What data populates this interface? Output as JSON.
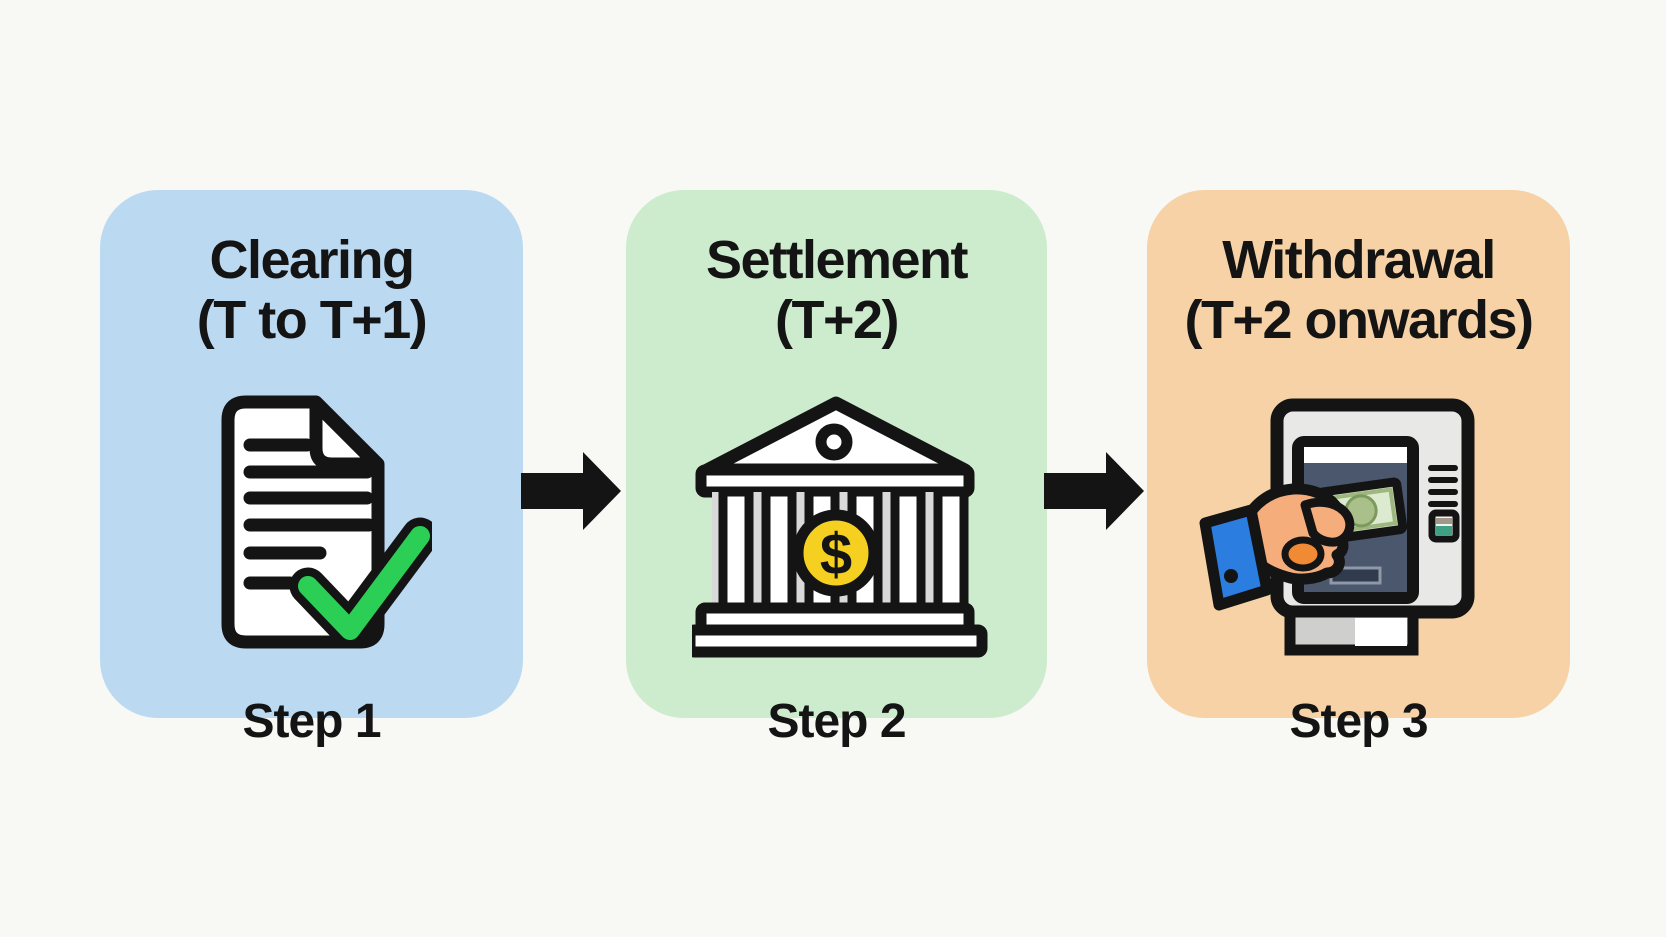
{
  "steps": [
    {
      "title_line1": "Clearing",
      "title_line2": "(T to T+1)",
      "step_label": "Step 1",
      "panel_color": "#bcd9f2",
      "icon": "document-check-icon"
    },
    {
      "title_line1": "Settlement",
      "title_line2": "(T+2)",
      "step_label": "Step 2",
      "panel_color": "#cdeccd",
      "icon": "bank-icon"
    },
    {
      "title_line1": "Withdrawal",
      "title_line2": "(T+2 onwards)",
      "step_label": "Step 3",
      "panel_color": "#f6d2a6",
      "icon": "atm-icon"
    }
  ],
  "coin_symbol": "$",
  "colors": {
    "background": "#f8f8f5",
    "ink": "#141414",
    "panel-blue": "#bcd9f2",
    "panel-green": "#cdeccd",
    "panel-orange": "#f6d2a6",
    "check-green": "#2ccf55",
    "coin-yellow": "#f5d021",
    "skin": "#f5ad7c",
    "skin-accent": "#f08a35",
    "sleeve-blue": "#2c7de0",
    "note-green": "#dcead0",
    "screen-navy": "#4a576c",
    "atm-gray": "#e8e8e7",
    "button-green": "#3fa184"
  }
}
